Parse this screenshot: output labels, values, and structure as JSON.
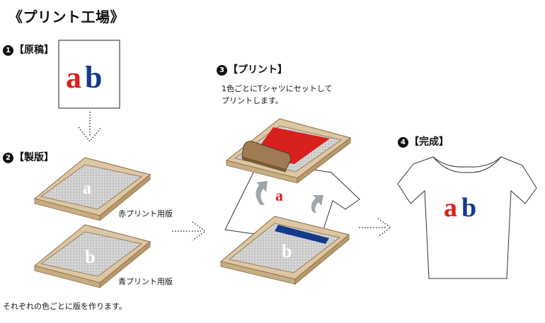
{
  "title": "《プリント工場》",
  "steps": [
    {
      "number": "1",
      "label": "【原稿】"
    },
    {
      "number": "2",
      "label": "【製版】"
    },
    {
      "number": "3",
      "label": "【プリント】"
    },
    {
      "number": "4",
      "label": "【完成】"
    }
  ],
  "original_art": {
    "letter_a": "a",
    "letter_b": "b"
  },
  "plate_labels": {
    "red_plate": "赤プリント用版",
    "blue_plate": "青プリント用版"
  },
  "platemaking_note": "それぞれの色ごとに版を作ります。",
  "print_note": {
    "line1": "1色ごとにTシャツにセットして",
    "line2": "プリントします。"
  },
  "colors": {
    "red": "#d8201e",
    "blue": "#143a8c",
    "frame": "#dcc7a4",
    "frame_edge": "#8a6b42",
    "mesh": "#bdbdbd"
  },
  "icons": [
    "arrow-down-icon",
    "arrow-right-icon",
    "curved-arrow-icon",
    "squeegee-icon",
    "tshirt-icon"
  ]
}
